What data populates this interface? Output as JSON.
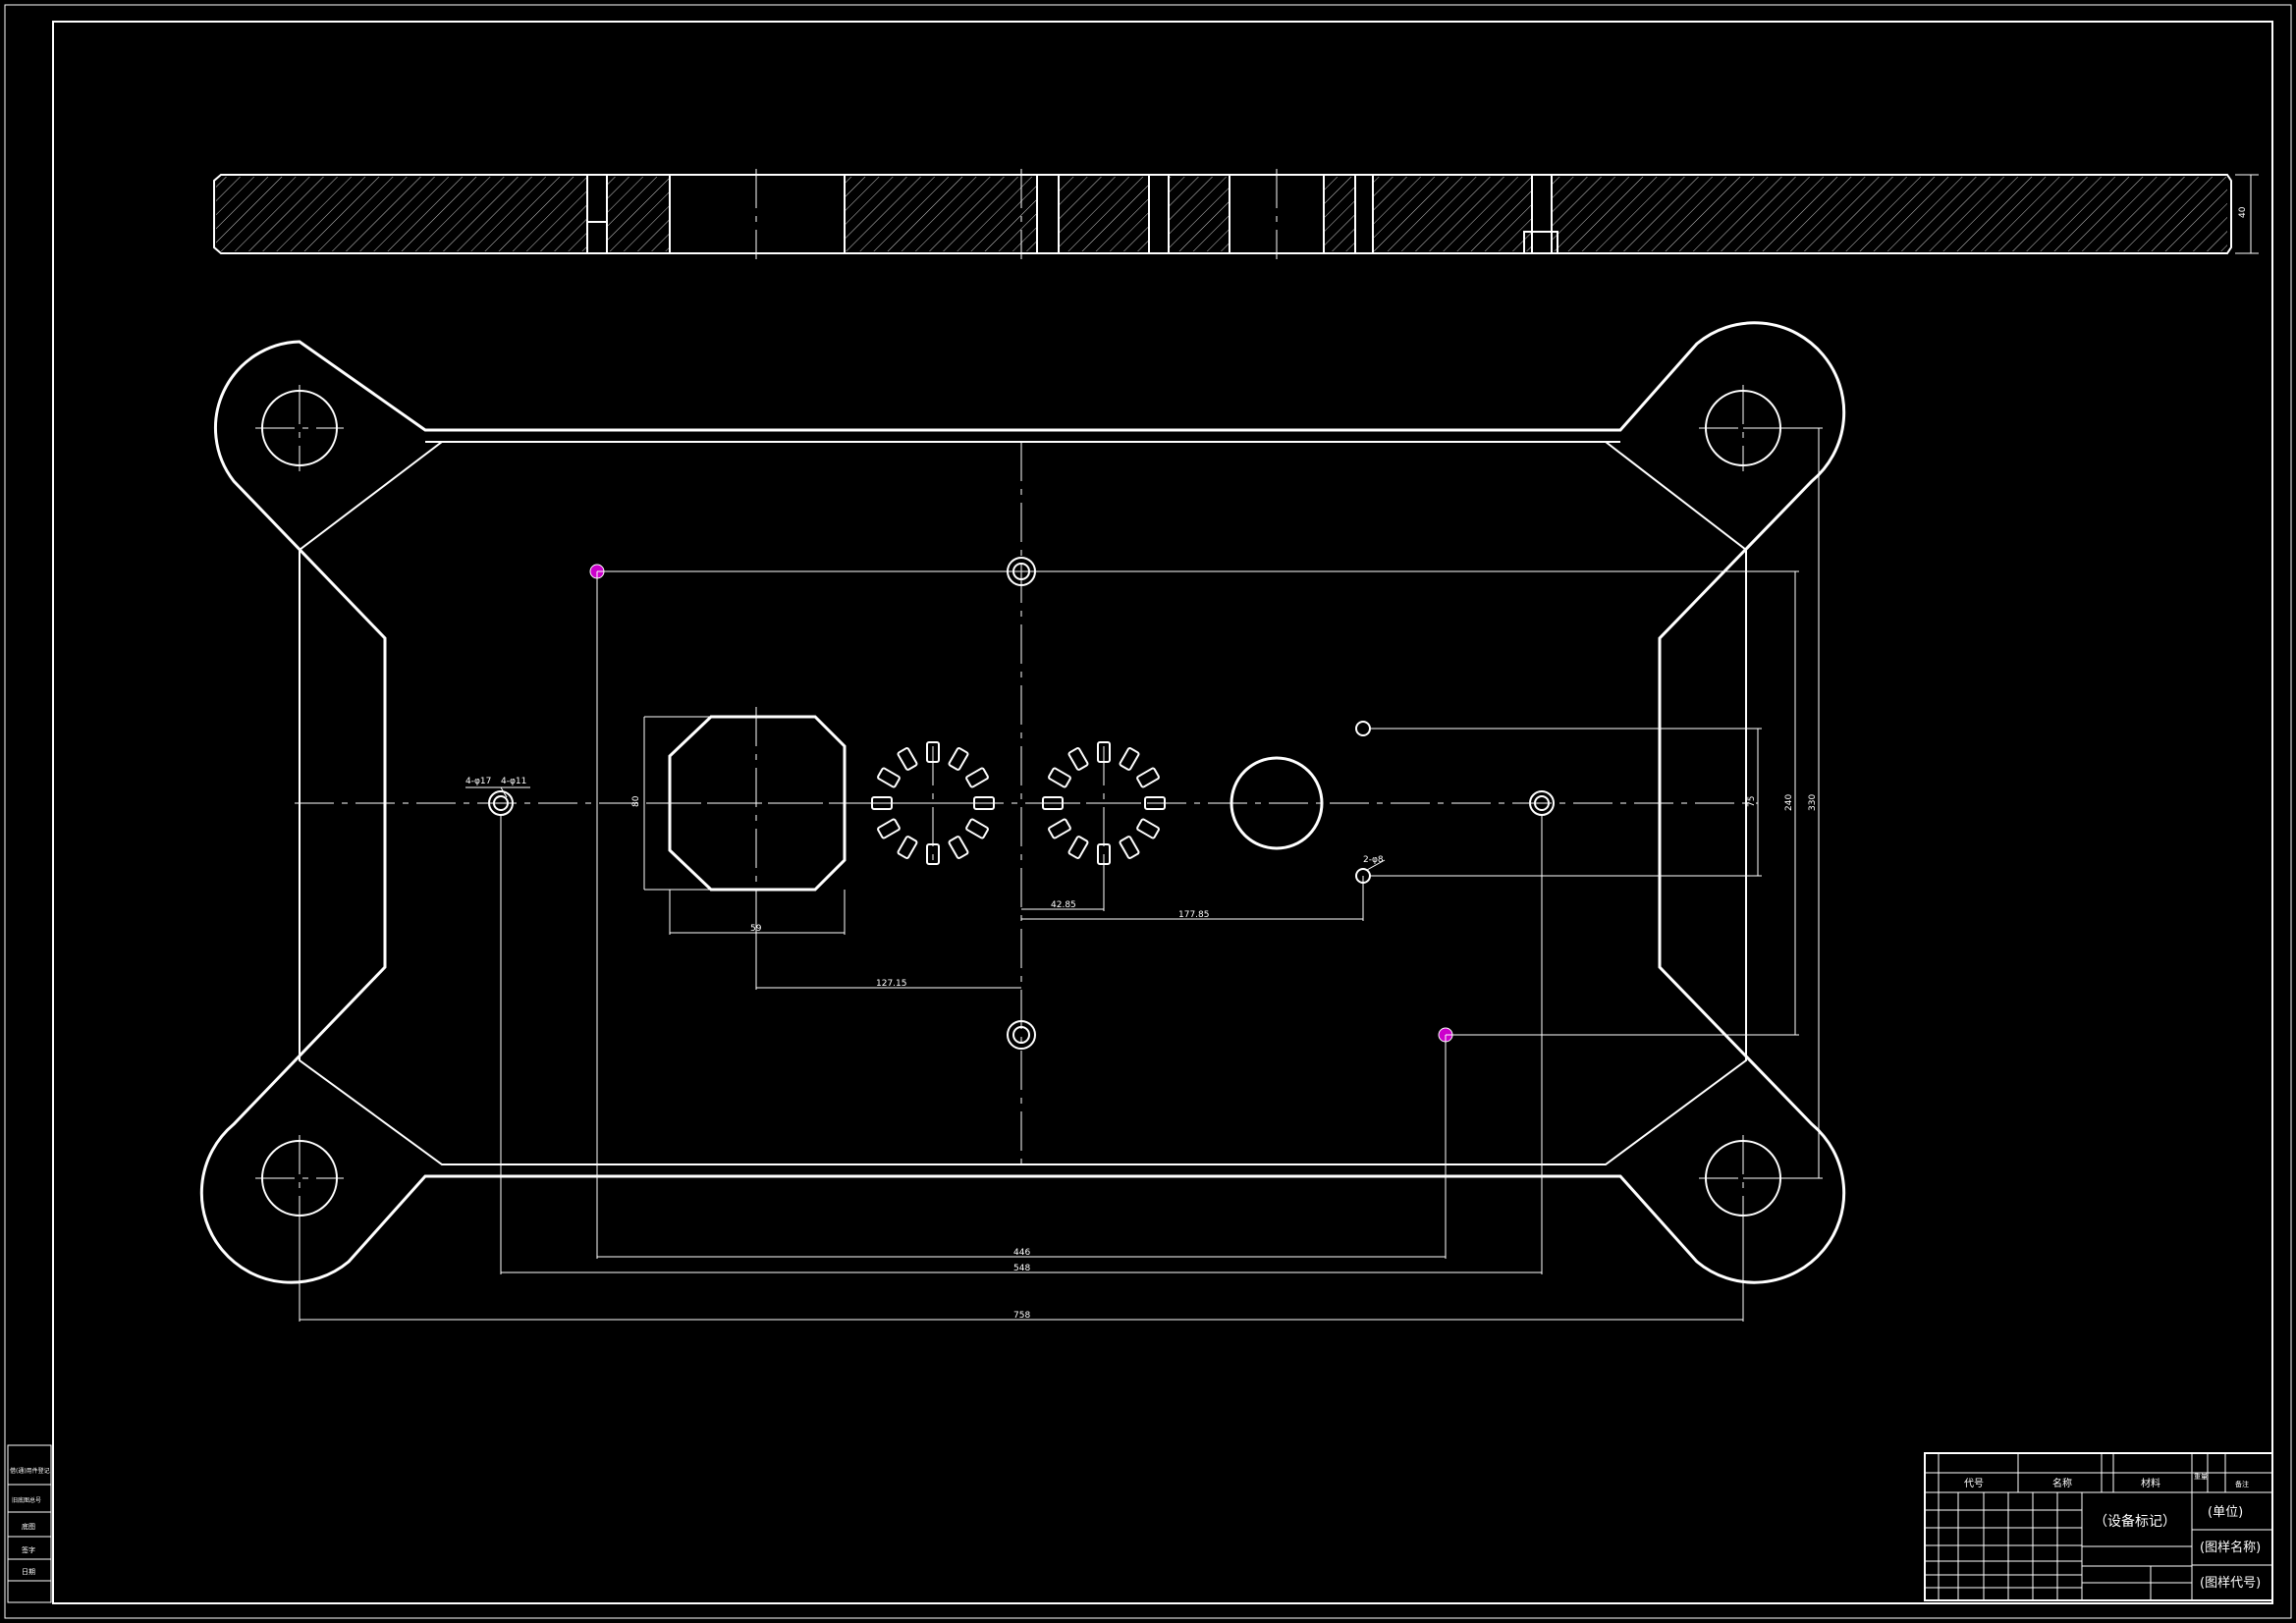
{
  "dimensions": {
    "d17": "4-φ17",
    "d11": "4-φ11",
    "h80": "80",
    "w59": "59",
    "d127": "127.15",
    "d42": "42.85",
    "d177": "177.85",
    "d8": "2-φ8",
    "v75": "75",
    "v240": "240",
    "v330": "330",
    "b446": "446",
    "b548": "548",
    "b758": "758",
    "t40": "40"
  },
  "title_block": {
    "equipment_mark": "（设备标记）",
    "unit": "(单位)",
    "drawing_name": "(图样名称)",
    "drawing_number": "(图样代号)",
    "header_a": "代号",
    "header_b": "名称",
    "header_c": "材料",
    "header_d": "重量",
    "header_e": "备注"
  },
  "side_strip": {
    "r1": "借(通)用件登记",
    "r2": "旧底图总号",
    "r3": "底图",
    "r4": "签字",
    "r5": "日期"
  },
  "colors": {
    "background": "#000000",
    "lines": "#ffffff",
    "marker": "#cc00cc"
  }
}
